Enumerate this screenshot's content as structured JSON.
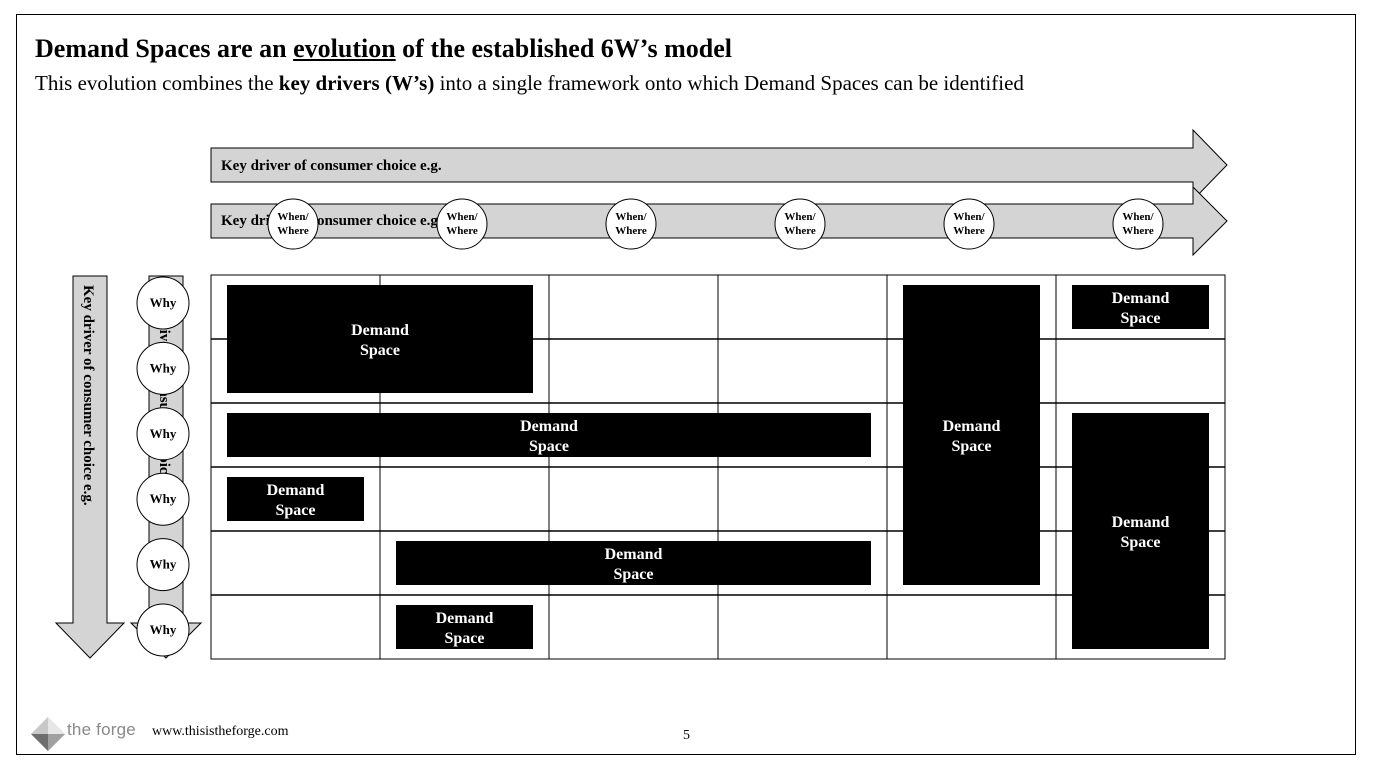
{
  "header": {
    "title_part1": "Demand Spaces are an ",
    "title_underlined": "evolution",
    "title_part2": " of the established 6W’s model",
    "subtitle_part1": "This evolution combines the ",
    "subtitle_bold": "key drivers (W’s)",
    "subtitle_part2": " into a single framework onto which Demand Spaces can be identified"
  },
  "arrows": {
    "top_back_label": "Key driver of consumer choice e.g.",
    "top_front_label": "Key driver of consumer choice e.g.",
    "left_back_label": "Key driver of consumer choice e.g.",
    "left_front_label": "Key driver of consumer choice e.g."
  },
  "column_circles": [
    [
      "When/",
      "Where"
    ],
    [
      "When/",
      "Where"
    ],
    [
      "When/",
      "Where"
    ],
    [
      "When/",
      "Where"
    ],
    [
      "When/",
      "Where"
    ],
    [
      "When/",
      "Where"
    ]
  ],
  "row_circles": [
    "Why",
    "Why",
    "Why",
    "Why",
    "Why",
    "Why"
  ],
  "grid": {
    "columns": 6,
    "rows": 6
  },
  "demand_spaces": [
    {
      "lines": [
        "Demand",
        "Space"
      ],
      "col_start": 0,
      "col_span": 2,
      "row_start": 0,
      "row_span": 2
    },
    {
      "lines": [
        "Demand",
        "Space"
      ],
      "col_start": 4,
      "col_span": 1,
      "row_start": 0,
      "row_span": 5
    },
    {
      "lines": [
        "Demand",
        "Space"
      ],
      "col_start": 5,
      "col_span": 1,
      "row_start": 0,
      "row_span": 1
    },
    {
      "lines": [
        "Demand",
        "Space"
      ],
      "col_start": 0,
      "col_span": 4,
      "row_start": 2,
      "row_span": 1
    },
    {
      "lines": [
        "Demand",
        "Space"
      ],
      "col_start": 5,
      "col_span": 1,
      "row_start": 2,
      "row_span": 4
    },
    {
      "lines": [
        "Demand",
        "Space"
      ],
      "col_start": 0,
      "col_span": 1,
      "row_start": 3,
      "row_span": 1
    },
    {
      "lines": [
        "Demand",
        "Space"
      ],
      "col_start": 1,
      "col_span": 3,
      "row_start": 4,
      "row_span": 1
    },
    {
      "lines": [
        "Demand",
        "Space"
      ],
      "col_start": 1,
      "col_span": 1,
      "row_start": 5,
      "row_span": 1
    }
  ],
  "footer": {
    "logo_text": "the forge",
    "url": "www.thisistheforge.com",
    "page_number": "5"
  },
  "colors": {
    "arrow_fill": "#d4d4d4",
    "box_fill": "#000000",
    "box_text": "#ffffff"
  }
}
